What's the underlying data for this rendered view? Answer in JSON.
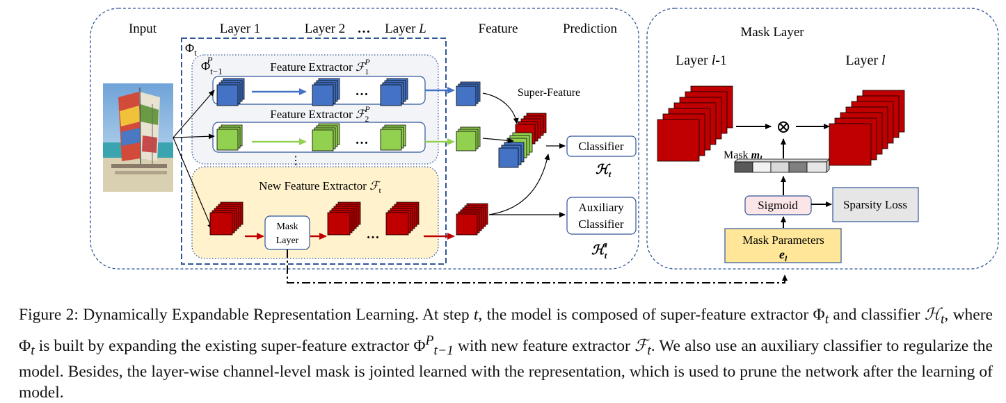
{
  "diagram": {
    "column_labels": {
      "input": "Input",
      "layer1": "Layer 1",
      "layer2": "Layer 2",
      "dots": "…",
      "layerL_prefix": "Layer ",
      "layerL_var": "L",
      "feature": "Feature",
      "prediction": "Prediction"
    },
    "super_extractor": {
      "symbol": "Φ",
      "sub": "t"
    },
    "old_extractor": {
      "symbol": "Φ",
      "sub": "t−1",
      "sup": "P"
    },
    "extractor_1": {
      "prefix": "Feature Extractor ",
      "symbol": "ℱ",
      "sub": "1",
      "sup": "P"
    },
    "extractor_2": {
      "prefix": "Feature Extractor ",
      "symbol": "ℱ",
      "sub": "2",
      "sup": "P"
    },
    "new_extractor": {
      "prefix": "New Feature Extractor ",
      "symbol": "ℱ",
      "sub": "t"
    },
    "mask_layer_box": {
      "line1": "Mask",
      "line2": "Layer"
    },
    "super_feature": "Super-Feature",
    "classifier": {
      "label": "Classifier",
      "symbol": "ℋ",
      "sub": "t"
    },
    "aux_classifier": {
      "line1": "Auxiliary",
      "line2": "Classifier",
      "symbol": "ℋ",
      "sub": "t",
      "sup": "a"
    },
    "ellipsis": "…",
    "vdots": "⋮",
    "mask_panel": {
      "title": "Mask Layer",
      "layer_prev_prefix": "Layer ",
      "layer_prev_var": "l",
      "layer_prev_suffix": "-1",
      "layer_next_prefix": "Layer ",
      "layer_next_var": "l",
      "mask_prefix": "Mask ",
      "mask_symbol": "m",
      "mask_sub": "l",
      "otimes": "⊗",
      "sigmoid": "Sigmoid",
      "sparsity_loss": "Sparsity Loss",
      "mask_params": "Mask Parameters",
      "params_symbol": "e",
      "params_sub": "l"
    },
    "colors": {
      "blue": "#4472c4",
      "green": "#92d050",
      "red": "#c00000",
      "panel_border": "#2f5597",
      "yellow_fill": "#fff2cc",
      "gray_fill": "#f2f2f2",
      "params_fill": "#ffe699"
    }
  },
  "caption": {
    "figure_label": "Figure 2: Dynamically Expandable Representation Learning. At step ",
    "step_var": "t",
    "part2": ", the model is composed of super-feature extractor ",
    "phi": "Φ",
    "phi_sub": "t",
    "part3": " and classifier ",
    "h": "ℋ",
    "h_sub": "t",
    "part4": ", where ",
    "part5": " is built by expanding the existing super-feature extractor ",
    "phiP_sup": "P",
    "phiP_sub": "t−1",
    "part6": " with new feature extractor ",
    "f": "ℱ",
    "f_sub": "t",
    "part7": ". We also use an auxiliary classifier to regularize the model. Besides, the layer-wise channel-level mask is jointed learned with the representation, which is used to prune the network after the learning of model."
  }
}
